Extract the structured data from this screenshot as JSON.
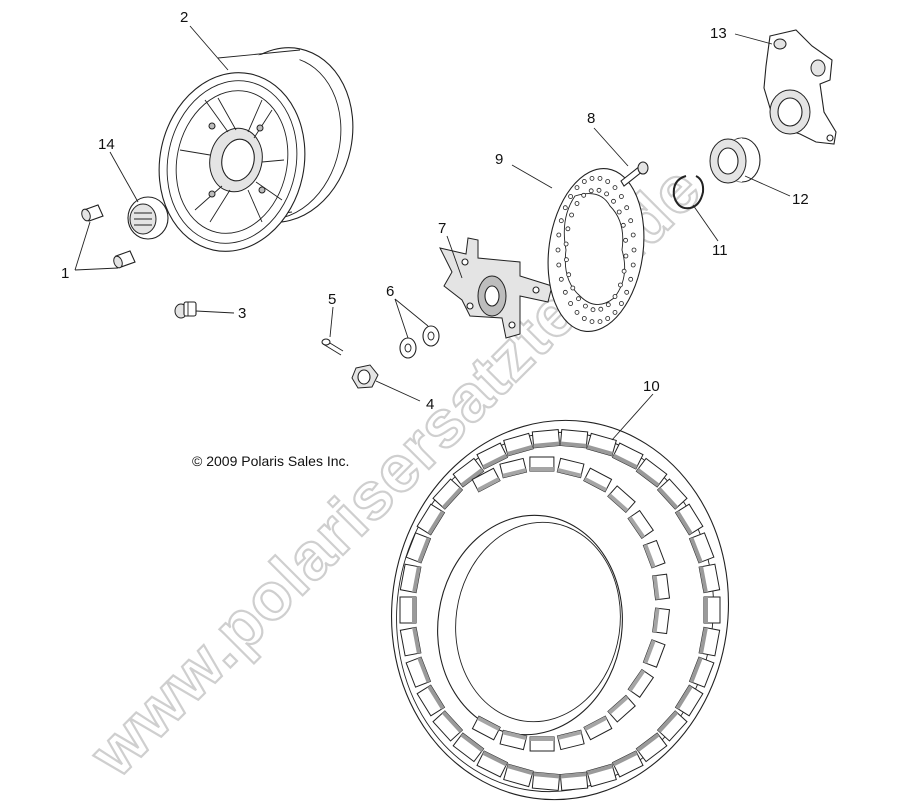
{
  "copyright": "© 2009 Polaris Sales Inc.",
  "watermark": "www.polarisersatzteile.de",
  "callouts": {
    "c1": "1",
    "c2": "2",
    "c3": "3",
    "c4": "4",
    "c5": "5",
    "c6": "6",
    "c7": "7",
    "c8": "8",
    "c9": "9",
    "c10": "10",
    "c11": "11",
    "c12": "12",
    "c13": "13",
    "c14": "14"
  }
}
